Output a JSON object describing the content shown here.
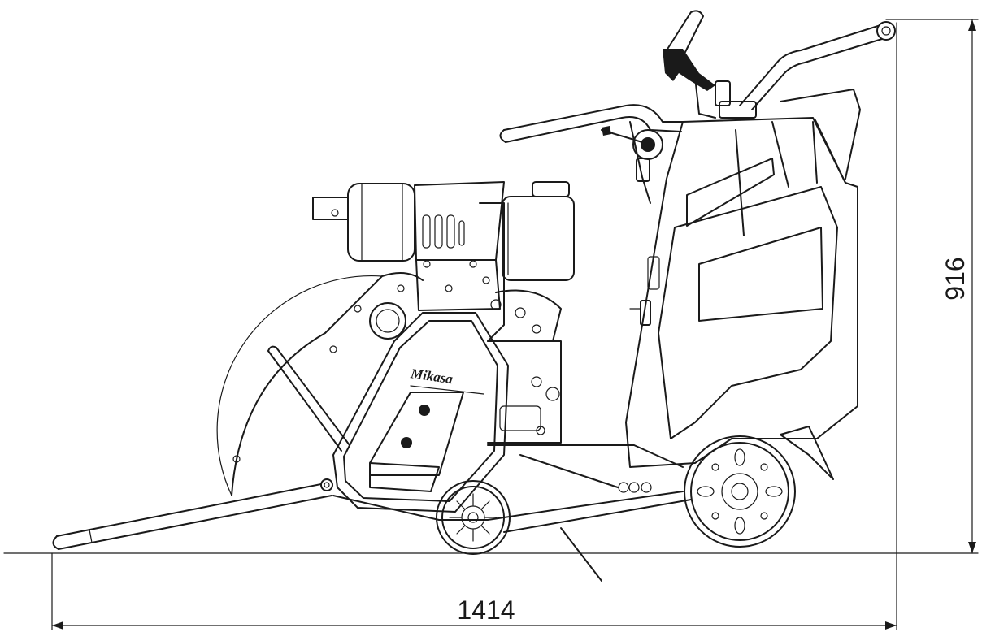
{
  "diagram": {
    "dimensions": {
      "width": {
        "value": "1414"
      },
      "height": {
        "value": "916"
      }
    },
    "logo_text": "Mikasa",
    "colors": {
      "ink": "#1a1a1a",
      "background": "#ffffff"
    }
  }
}
